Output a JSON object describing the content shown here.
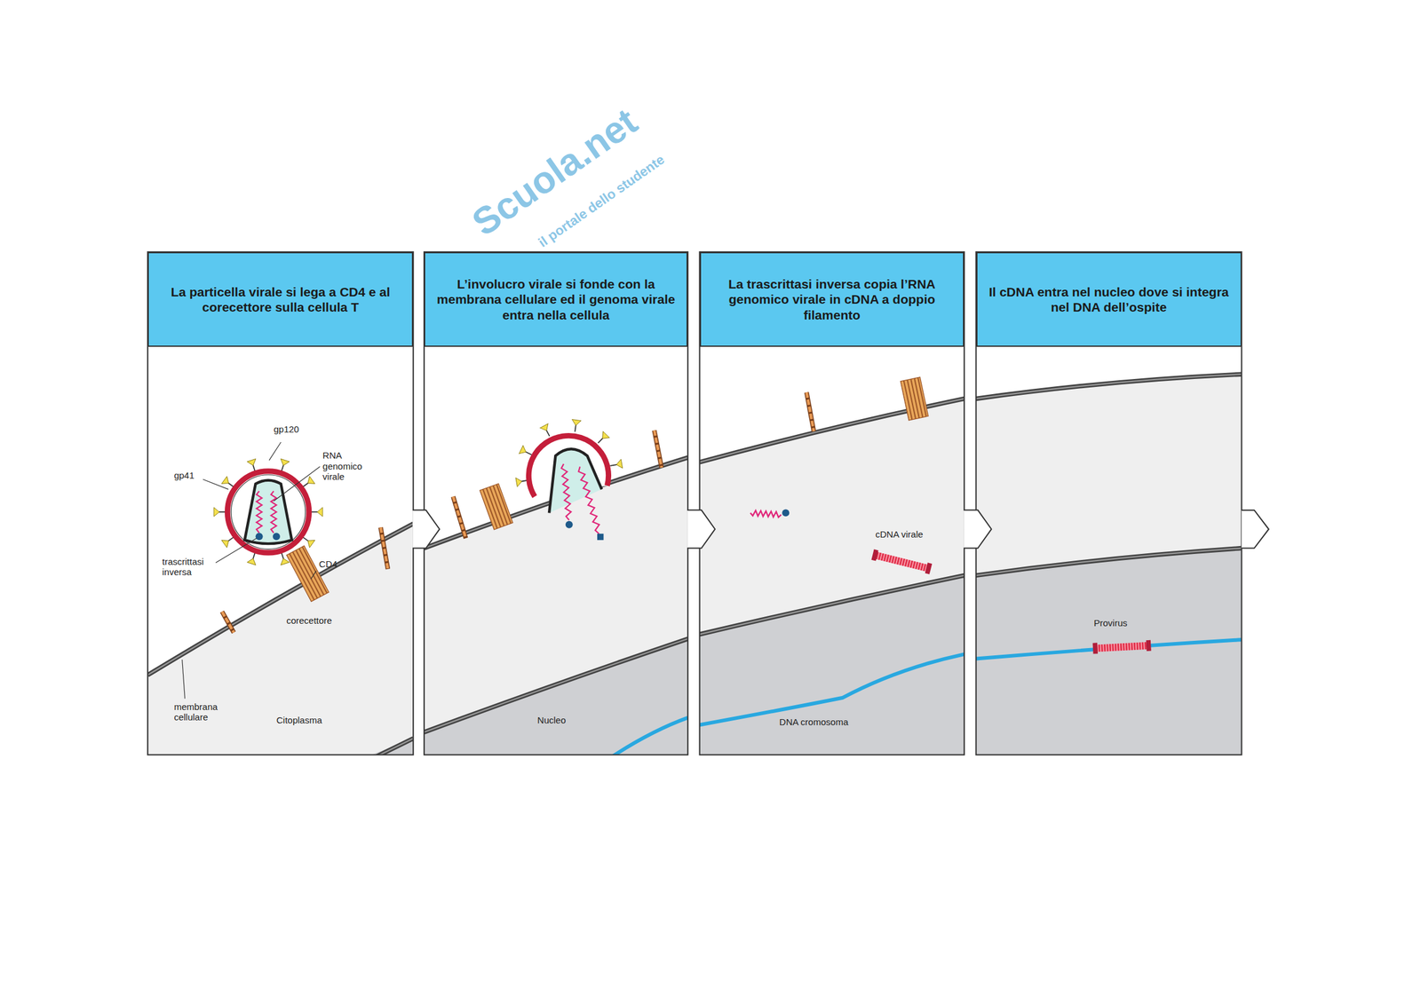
{
  "diagram": {
    "nodes": [
      {
        "text": [
          "La particella virale si lega a CD4 e al corecettore sulla cellula T"
        ]
      },
      {
        "text": [
          "L’involucro virale si fonde con la membrana cellulare ed il genoma virale entra nella cellula"
        ]
      },
      {
        "text": [
          "La trascrittasi inversa copia l’RNA genomico virale in cDNA a doppio filamento"
        ]
      },
      {
        "text": [
          "Il cDNA entra nel nucleo dove si integra nel DNA dell’ospite"
        ]
      }
    ],
    "edges": [
      {
        "from": 0,
        "to": 1,
        "arrow": "to"
      },
      {
        "from": 1,
        "to": 2,
        "arrow": "to"
      },
      {
        "from": 2,
        "to": 3,
        "arrow": "to"
      }
    ],
    "labels": [
      "Scuola.net",
      "il portale dello studente",
      "gp120",
      "gp41",
      "RNA genomico virale",
      "trascrittasi inversa",
      "CD4",
      "corecettore",
      "membrana cellulare",
      "Citoplasma",
      "Nucleo",
      "cDNA virale",
      "DNA cromosoma",
      "Provirus"
    ]
  }
}
